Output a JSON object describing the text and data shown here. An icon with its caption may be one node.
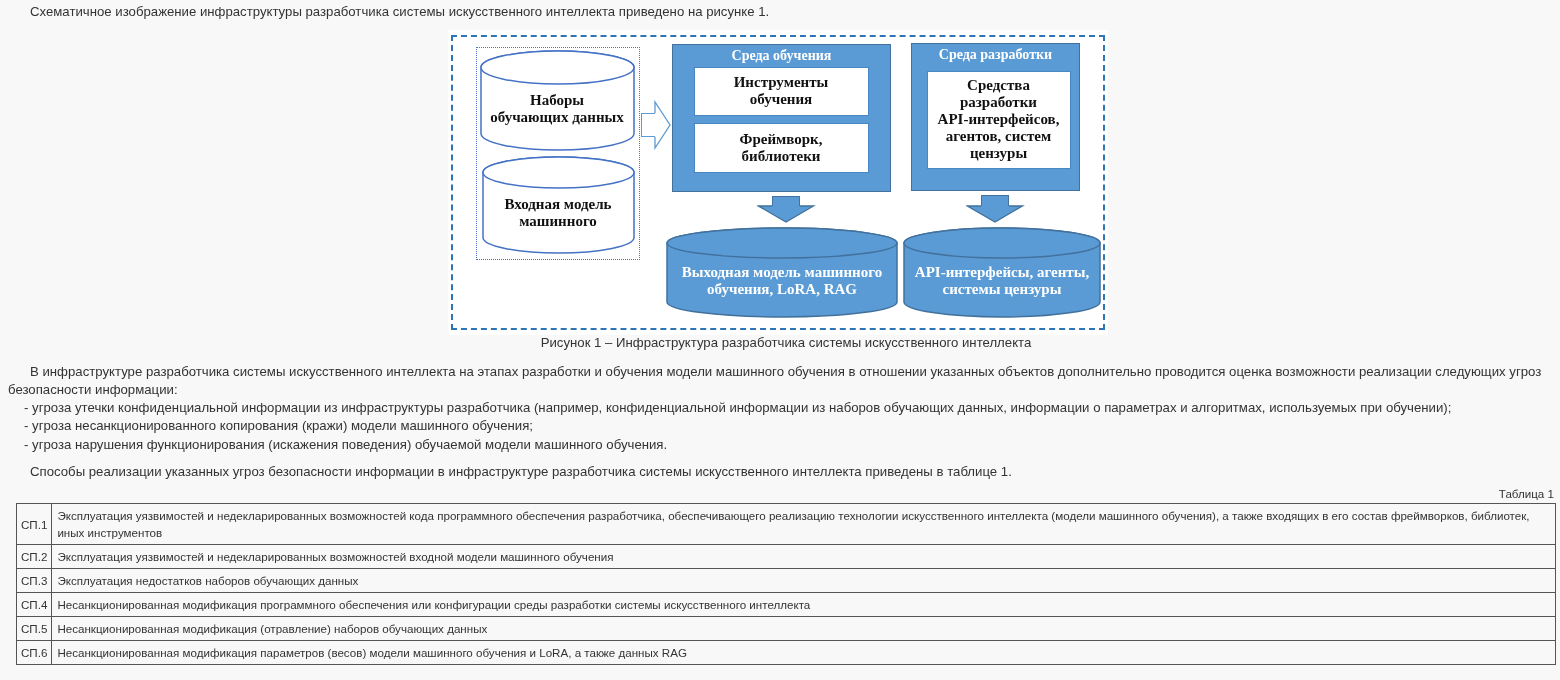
{
  "diagram": {
    "caption": "Рисунок 1 – Инфраструктура разработчика системы искусственного интеллекта",
    "nodes": [
      {
        "text": [],
        "shape": "box"
      },
      {
        "text": [
          "Наборы обучающих данных"
        ],
        "in": 0
      },
      {
        "text": [
          "Входная модель машинного"
        ],
        "in": 0
      },
      {
        "text": [
          "Среда обучения"
        ]
      },
      {
        "text": [
          "Инструменты обучения"
        ],
        "in": 3
      },
      {
        "text": [
          "Фреймворк, библиотеки"
        ],
        "in": 3
      },
      {
        "text": [
          "Среда разработки"
        ]
      },
      {
        "text": [
          "Средства разработки API-интерфейсов, агентов, систем цензуры"
        ],
        "in": 6
      },
      {
        "text": [
          "Выходная модель машинного обучения, LoRA, RAG"
        ]
      },
      {
        "text": [
          "API-интерфейсы, агенты, системы цензуры"
        ]
      }
    ],
    "edges": [
      {
        "from": 0,
        "to": 3,
        "arrow": "to"
      },
      {
        "from": 3,
        "to": 8,
        "arrow": "to"
      },
      {
        "from": 6,
        "to": 9,
        "arrow": "to"
      }
    ],
    "labels": [
      "Схематичное изображение инфраструктуры разработчика системы искусственного интеллекта приведено на рисунке 1.",
      "В инфраструктуре разработчика системы искусственного интеллекта на этапах разработки и обучения модели машинного обучения в отношении указанных объектов дополнительно проводится оценка возможности реализации следующих угроз безопасности информации:",
      "- угроза утечки конфиденциальной информации из инфраструктуры разработчика (например, конфиденциальной информации из наборов обучающих данных, информации о параметрах и алгоритмах, используемых при обучении);",
      "- угроза несанкционированного копирования (кражи) модели машинного обучения;",
      "- угроза нарушения функционирования (искажения поведения) обучаемой модели машинного обучения.",
      "Способы реализации указанных угроз безопасности информации в инфраструктуре разработчика системы искусственного интеллекта приведены в таблице 1.",
      "Таблица 1",
      "СП.1",
      "Эксплуатация уязвимостей и недекларированных возможностей кода программного обеспечения разработчика, обеспечивающего реализацию технологии искусственного интеллекта (модели машинного обучения), а также входящих в его состав фреймворков, библиотек, иных инструментов",
      "СП.2",
      "Эксплуатация уязвимостей и недекларированных возможностей входной модели машинного обучения",
      "СП.3",
      "Эксплуатация недостатков наборов обучающих данных",
      "СП.4",
      "Несанкционированная модификация программного обеспечения или конфигурации среды разработки системы искусственного интеллекта",
      "СП.5",
      "Несанкционированная модификация (отравление) наборов обучающих данных",
      "СП.6",
      "Несанкционированная модификация параметров (весов) модели машинного обучения и LoRA, а также данных RAG"
    ]
  }
}
